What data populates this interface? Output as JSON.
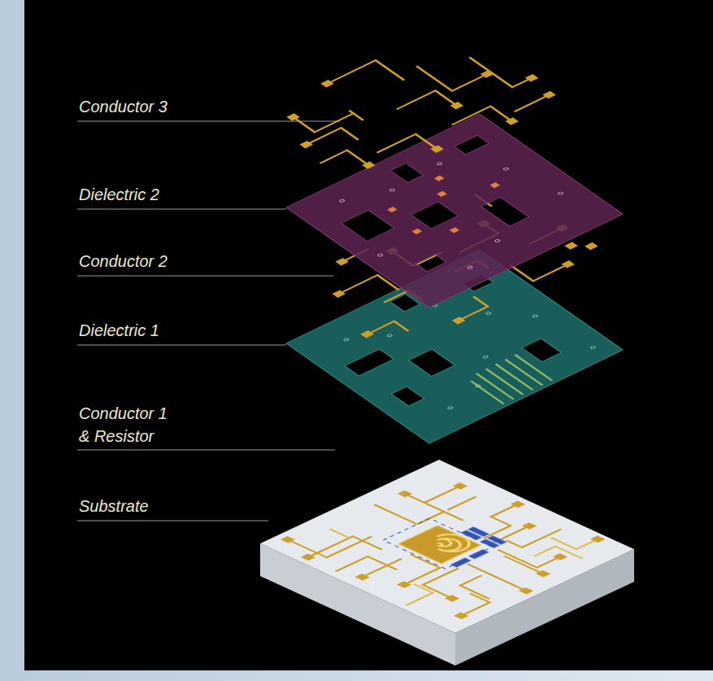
{
  "diagram": {
    "labels": [
      "Conductor 3",
      "Dielectric 2",
      "Conductor 2",
      "Dielectric 1",
      "Conductor 1 & Resistor",
      "Substrate"
    ]
  }
}
